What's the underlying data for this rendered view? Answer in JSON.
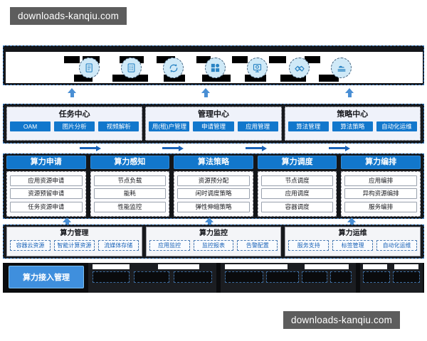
{
  "watermark": {
    "top_text": "downloads-kanqiu.com",
    "bottom_text": "downloads-kanqiu.com"
  },
  "colors": {
    "primary_blue": "#1277cc",
    "accent_blue": "#3f8fdd",
    "panel_light": "#eff2fa",
    "dark_bg": "#14161a",
    "watermark_bg": "#5d5d5d"
  },
  "icon_band": {
    "icons": [
      {
        "name": "document-icon"
      },
      {
        "name": "list-document-icon"
      },
      {
        "name": "sync-refresh-icon"
      },
      {
        "name": "grid-modules-icon"
      },
      {
        "name": "ai-chip-monitor-icon"
      },
      {
        "name": "handshake-icon"
      },
      {
        "name": "cloud-server-icon"
      }
    ]
  },
  "centers": [
    {
      "title": "任务中心",
      "buttons": [
        "OAM",
        "图片分析",
        "视频解析"
      ]
    },
    {
      "title": "管理中心",
      "buttons": [
        "用(租)户管理",
        "申请管理",
        "应用管理"
      ]
    },
    {
      "title": "策略中心",
      "buttons": [
        "算法管理",
        "算法策略",
        "自动化运维"
      ]
    }
  ],
  "grid_columns": [
    {
      "title": "算力申请",
      "items": [
        "应用资源申请",
        "资源预留申请",
        "任务资源申请"
      ]
    },
    {
      "title": "算力感知",
      "items": [
        "节点负载",
        "能耗",
        "性能监控"
      ]
    },
    {
      "title": "算法策略",
      "items": [
        "资源预分配",
        "闲时调度策略",
        "弹性伸缩策略"
      ]
    },
    {
      "title": "算力调度",
      "items": [
        "节点调度",
        "应用调度",
        "容器调度"
      ]
    },
    {
      "title": "算力编排",
      "items": [
        "应用编排",
        "异构资源编排",
        "服务编排"
      ]
    }
  ],
  "management": [
    {
      "title": "算力管理",
      "items": [
        "容器云资源",
        "智能计算资源",
        "流媒体存储"
      ]
    },
    {
      "title": "算力监控",
      "items": [
        "应用监控",
        "监控报表",
        "告警配置"
      ]
    },
    {
      "title": "算力运维",
      "items": [
        "服务支持",
        "标签管理",
        "自动化运维"
      ]
    }
  ],
  "bottom": {
    "access_button": "算力接入管理"
  }
}
